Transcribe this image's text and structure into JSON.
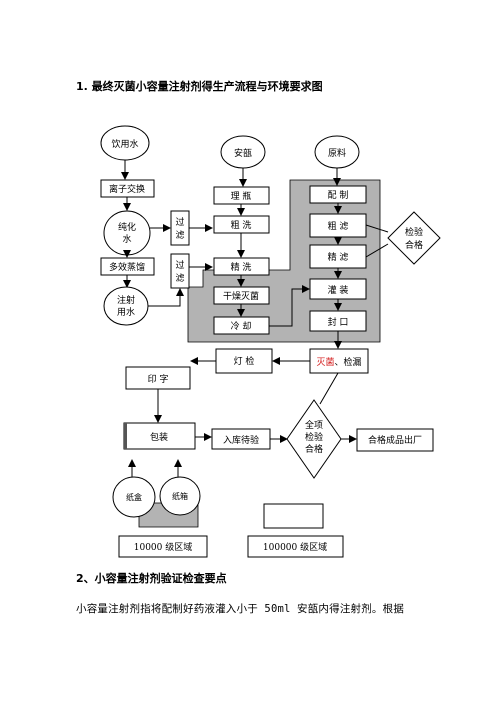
{
  "heading1": "1. 最终灭菌小容量注射剂得生产流程与环境要求图",
  "heading2": "2、小容量注射剂验证检查要点",
  "body_line": "小容量注射剂指将配制好药液灌入小于 50ml 安瓿内得注射剂。根据",
  "flow": {
    "drinking_water": "饮用水",
    "ion_exchange": "离子交换",
    "pure_water_1": "纯化",
    "pure_water_2": "水",
    "filter_a_1": "过",
    "filter_a_2": "滤",
    "multi_distill": "多效蒸馏",
    "filter_b_1": "过",
    "filter_b_2": "滤",
    "injection_water_1": "注射",
    "injection_water_2": "用水",
    "ampoule": "安瓿",
    "sort_bottles": "理 瓶",
    "rough_wash": "粗 洗",
    "fine_wash": "精 洗",
    "dry_sterilize": "干燥灭菌",
    "cool": "冷 却",
    "raw_material": "原料",
    "compound": "配 制",
    "coarse_filter": "粗 滤",
    "fine_filter": "精 滤",
    "fill": "灌 装",
    "seal": "封 口",
    "inspect_1": "检验",
    "inspect_2": "合格",
    "sterilize": "灭菌",
    "leak_check": "、检漏",
    "light_inspect": "灯 检",
    "print": "印 字",
    "package": "包装",
    "stock_wait": "入库待验",
    "full_inspect_1": "全项",
    "full_inspect_2": "检验",
    "full_inspect_3": "合格",
    "release": "合格成品出厂",
    "carton": "纸盒",
    "box": "纸箱",
    "zone_10000": "10000 级区域",
    "zone_100000": "100000 级区域"
  },
  "colors": {
    "grey_zone": "#b3b3b3",
    "sterilize_red": "#d42020"
  }
}
